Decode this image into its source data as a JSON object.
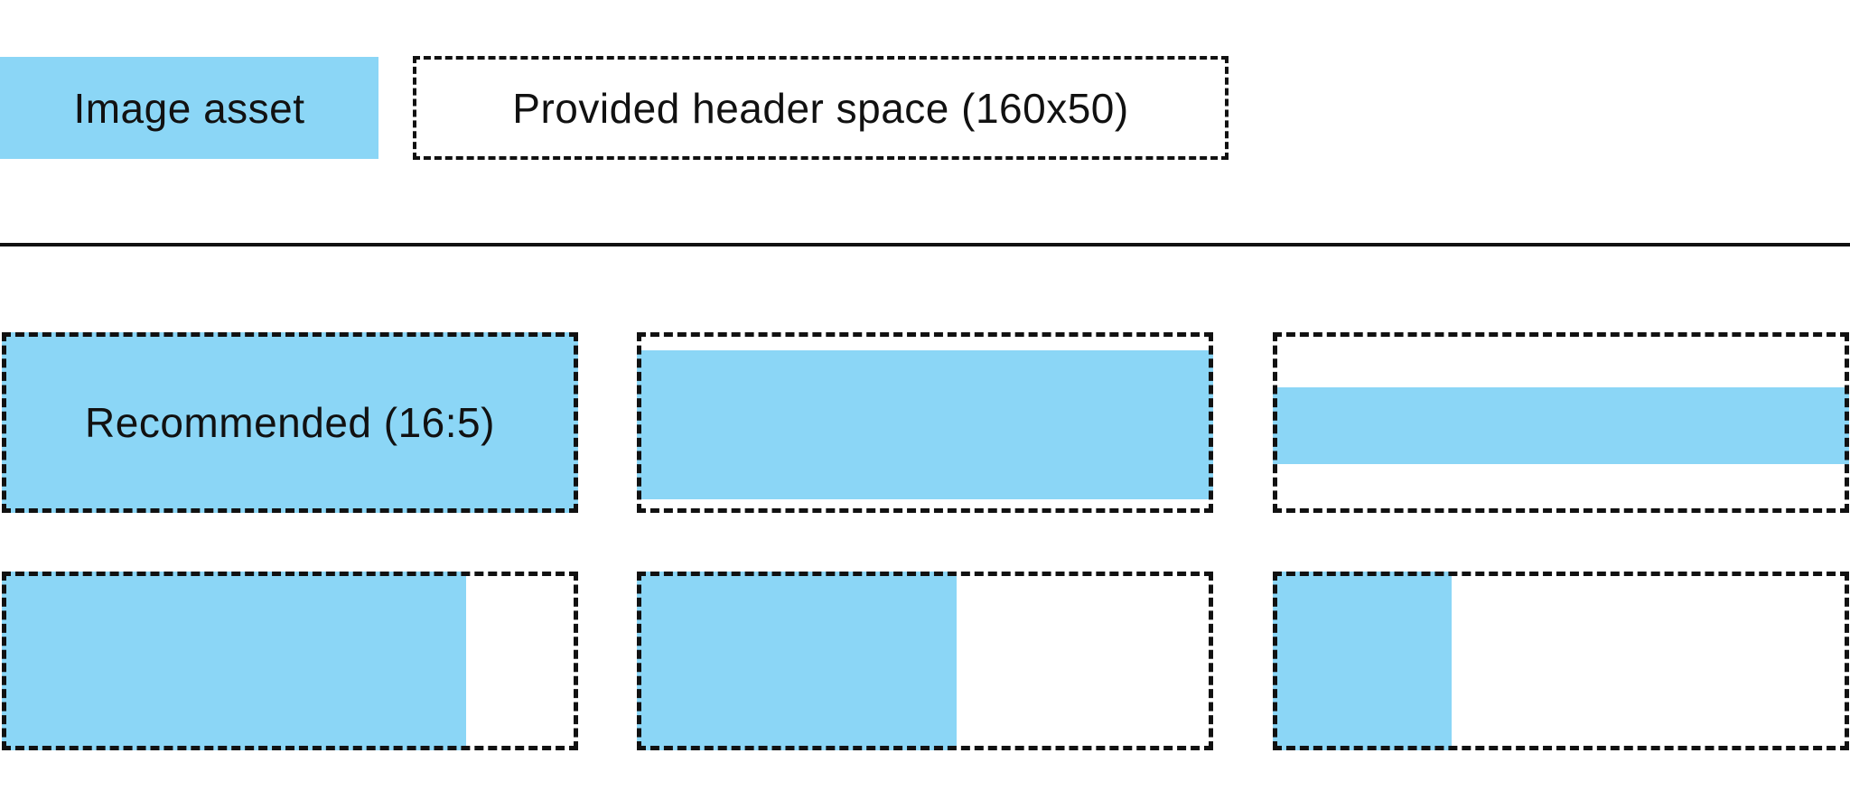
{
  "colors": {
    "asset_blue": "#8BD6F6",
    "ink": "#111111"
  },
  "legend": {
    "image_asset_label": "Image asset",
    "header_space_label": "Provided header space (160x50)"
  },
  "grid": {
    "boxes": [
      {
        "label": "Recommended (16:5)",
        "fill_style": "left:0;top:0;width:100%;height:100%"
      },
      {
        "fill_style": "left:0;top:10%;width:100%;height:82.5%"
      },
      {
        "fill_style": "left:0;top:30.5%;width:100%;height:42.5%"
      },
      {
        "fill_style": "left:0;top:0;width:80.5%;height:100%"
      },
      {
        "fill_style": "left:0;top:0;width:55.5%;height:100%"
      },
      {
        "fill_style": "left:0;top:0;width:31%;height:100%"
      }
    ]
  }
}
